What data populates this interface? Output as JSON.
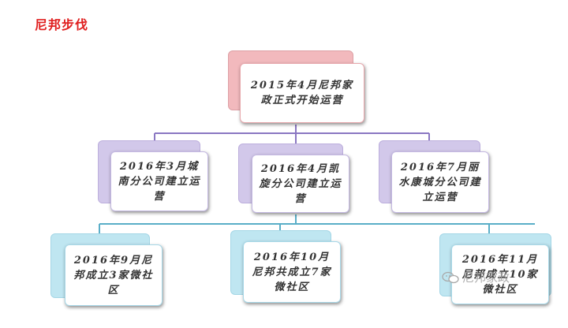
{
  "heading": "尼邦步伐",
  "colors": {
    "heading": "#e02020",
    "level0": "#f2b9bd",
    "level1": "#d2c8ea",
    "level2": "#bfe6f1",
    "connector_top": "#8a77c2",
    "connector_bottom": "#5aaec8"
  },
  "nodes": {
    "root": "2015年4月尼邦家政正式开始运营",
    "branch_1": "2016年3月城南分公司建立运营",
    "branch_2": "2016年4月凯旋分公司建立运营",
    "branch_3": "2016年7月丽水康城分公司建立运营",
    "community_1": "2016年9月尼邦成立3家微社区",
    "community_2": "2016年10月尼邦共成立7家微社区",
    "community_3": "2016年11月尼邦成立10家微社区"
  },
  "watermark": {
    "text": "尼邦家政",
    "icon": "wechat-icon"
  }
}
